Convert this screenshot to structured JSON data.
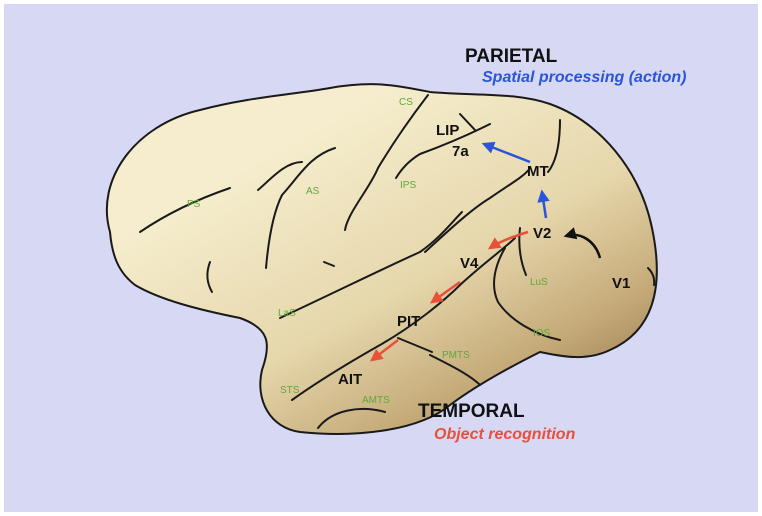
{
  "pathway_labels": {
    "parietal_title": "PARIETAL",
    "parietal_subtitle": "Spatial processing (action)",
    "temporal_title": "TEMPORAL",
    "temporal_subtitle": "Object recognition"
  },
  "areas": {
    "lip": "LIP",
    "a7": "7a",
    "mt": "MT",
    "v2": "V2",
    "v1": "V1",
    "v4": "V4",
    "pit": "PIT",
    "ait": "AIT"
  },
  "sulci": {
    "cs": "CS",
    "ps": "PS",
    "as": "AS",
    "ips": "IPS",
    "lus": "LuS",
    "las": "LaS",
    "pmts": "PMTS",
    "sts": "STS",
    "amts": "AMTS",
    "ios": "IOS"
  },
  "colors": {
    "background": "#d6d8f4",
    "brain_light": "#f4eccb",
    "brain_dark": "#9a7e52",
    "dorsal_arrow": "#2a55d6",
    "ventral_arrow": "#e8503a",
    "sulcus_label": "#5fa83a",
    "area_label": "#111111"
  }
}
